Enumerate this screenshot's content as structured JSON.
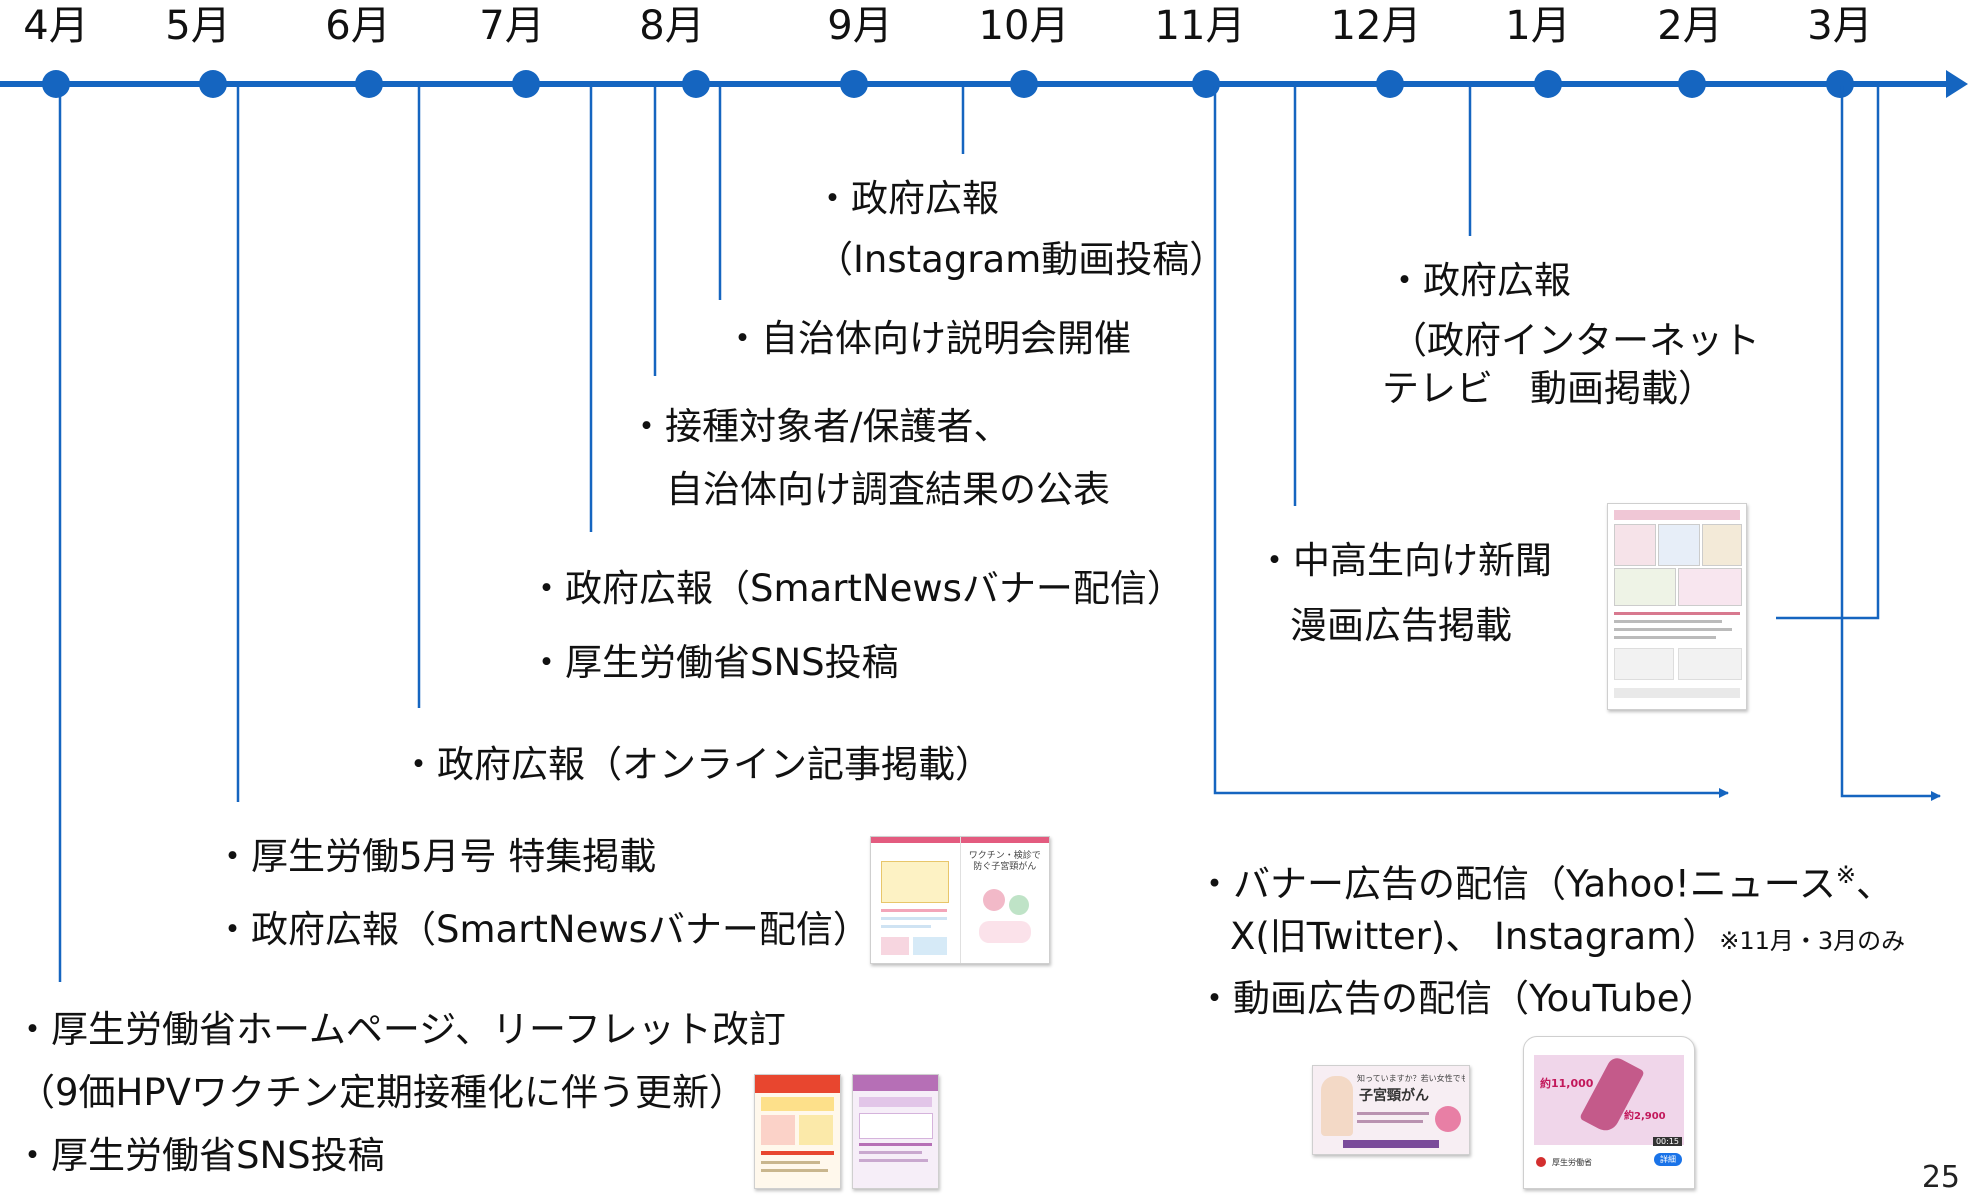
{
  "colors": {
    "timeline": "#1565c0",
    "timeline_dot": "#1565c0"
  },
  "months": [
    "4月",
    "5月",
    "6月",
    "7月",
    "8月",
    "9月",
    "10月",
    "11月",
    "12月",
    "1月",
    "2月",
    "3月"
  ],
  "events": {
    "apr": [
      "・厚生労働省ホームページ、リーフレット改訂",
      "（9価HPVワクチン定期接種化に伴う更新）",
      "・厚生労働省SNS投稿"
    ],
    "may": [
      "・厚生労働5月号 特集掲載",
      "・政府広報（SmartNewsバナー配信）"
    ],
    "jun": [
      "・政府広報（オンライン記事掲載）"
    ],
    "jul": [
      "・政府広報（SmartNewsバナー配信）",
      "・厚生労働省SNS投稿"
    ],
    "aug_survey": [
      "・接種対象者/保護者、",
      "自治体向け調査結果の公表"
    ],
    "aug_briefing": [
      "・自治体向け説明会開催"
    ],
    "sep": [
      "・政府広報",
      "（Instagram動画投稿）"
    ],
    "nov_ads": [
      "・バナー広告の配信（Yahoo!ニュース",
      "※",
      "、",
      "X(旧Twitter)、 Instagram）",
      "※11月・3月のみ",
      "・動画広告の配信（YouTube）"
    ],
    "dec": [
      "・中高生向け新聞",
      "漫画広告掲載"
    ],
    "jan": [
      "・政府広報",
      "（政府インターネット",
      "テレビ　動画掲載）"
    ]
  },
  "thumbnails": {
    "magazine": {
      "title": "ワクチン・検診で防ぐ子宮頸がん"
    },
    "banner": {
      "line1": "知っていますか？若い女性でもかかる",
      "line2": "子宮頸がん"
    },
    "video_ad": {
      "count1": "約11,000",
      "count2": "約2,900",
      "time": "00:15",
      "sponsor": "厚生労働省",
      "button": "詳細"
    }
  },
  "page_number": "25"
}
